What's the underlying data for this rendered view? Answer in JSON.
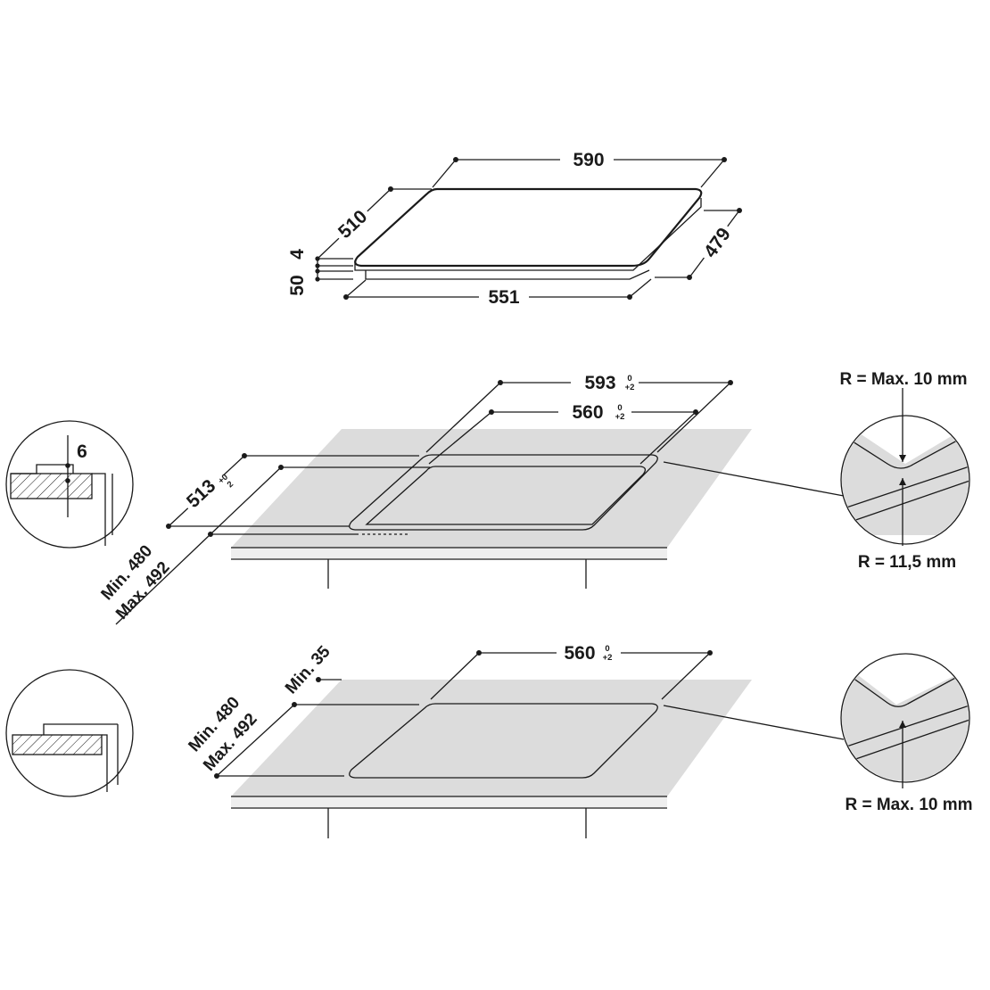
{
  "hob": {
    "width": "590",
    "depth": "510",
    "body_width": "551",
    "body_depth": "479",
    "glass_thickness": "4",
    "body_height": "50"
  },
  "flush_install": {
    "outer_cut_width": "593",
    "outer_cut_tol_top": "0",
    "outer_cut_tol_bottom": "+2",
    "inner_cut_width": "560",
    "inner_cut_tol_top": "0",
    "inner_cut_tol_bottom": "+2",
    "outer_cut_depth": "513",
    "outer_cut_depth_tol_top": "+0",
    "outer_cut_depth_tol_bottom": "2",
    "rebate_depth": "6",
    "counter_depth_min": "Min. 480",
    "counter_depth_max": "Max. 492",
    "corner_radius_outer": "R = Max. 10 mm",
    "corner_radius_inner": "R = 11,5 mm"
  },
  "standard_install": {
    "cut_width": "560",
    "cut_tol_top": "0",
    "cut_tol_bottom": "+2",
    "front_margin_min": "Min. 35",
    "counter_depth_min": "Min. 480",
    "counter_depth_max": "Max. 492",
    "corner_radius": "R = Max. 10 mm"
  },
  "colors": {
    "line": "#1a1a1a",
    "counter_fill": "#dcdcdc",
    "background": "#ffffff"
  }
}
